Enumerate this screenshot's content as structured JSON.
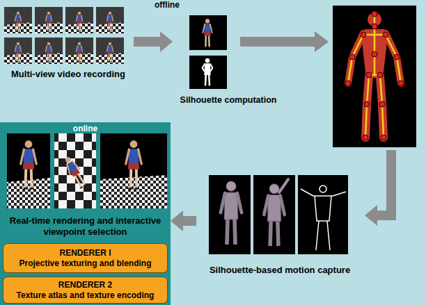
{
  "diagram": {
    "nodes": [
      {
        "text": [
          "Multi-view video recording"
        ]
      },
      {
        "text": [
          "Silhouette computation"
        ]
      },
      {
        "text": [
          "Silhouette-based motion capture"
        ]
      },
      {
        "text": [
          "online",
          "Real-time rendering and interactive viewpoint selection"
        ]
      },
      {
        "text": [
          "RENDERER I",
          "Projective texturing and blending"
        ],
        "in": 3
      },
      {
        "text": [
          "RENDERER 2",
          "Texture atlas and texture encoding"
        ],
        "in": 3
      }
    ],
    "edges": [
      {
        "from": 0,
        "to": 1,
        "arrow": "to"
      },
      {
        "from": 2,
        "to": 3,
        "arrow": "to"
      }
    ],
    "labels": [
      "offline"
    ]
  }
}
